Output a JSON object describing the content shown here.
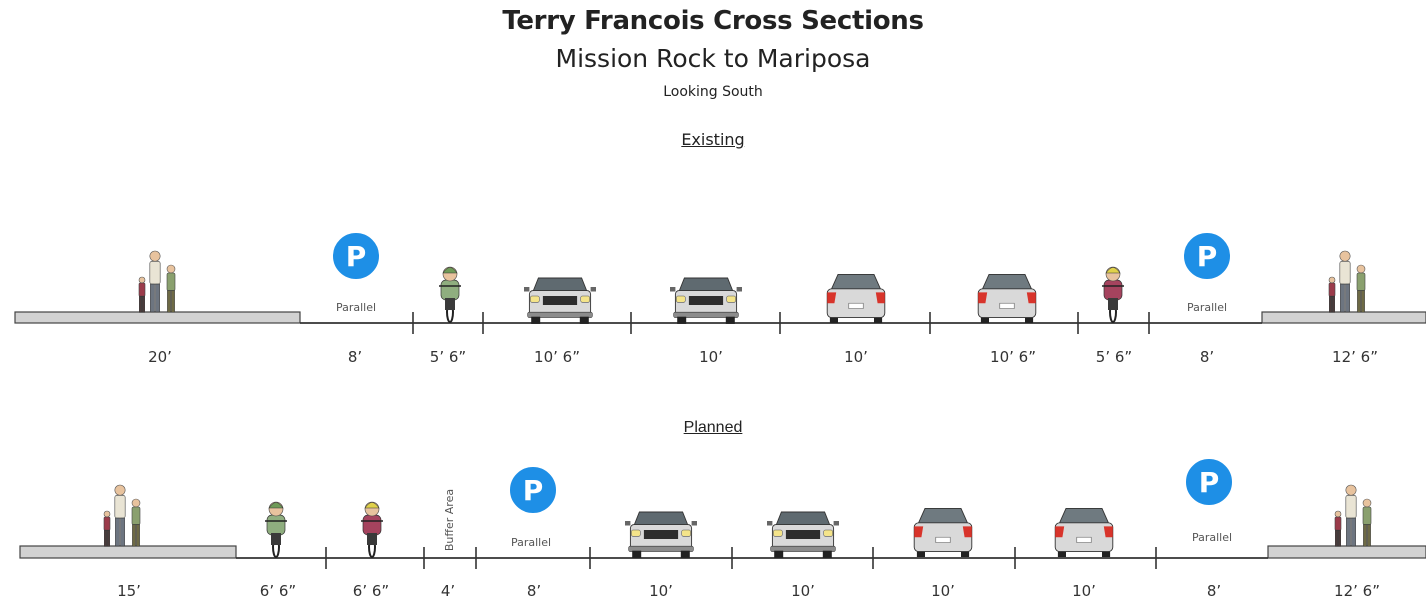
{
  "title": "Terry Francois Cross Sections",
  "subtitle": "Mission Rock to Mariposa",
  "direction": "Looking South",
  "colors": {
    "parking_sign": "#1e8fe6",
    "sidewalk": "#d2d2d2",
    "road_line": "#333333",
    "car_body": "#d9d9d9",
    "tail_light": "#d8342b",
    "head_light": "#f4e48a"
  },
  "sections": [
    {
      "heading": "Existing",
      "widths": [
        "20’",
        "8’",
        "5’ 6”",
        "10’ 6”",
        "10’",
        "10’",
        "10’ 6”",
        "5’ 6”",
        "8’",
        "12’ 6”"
      ],
      "parking_label_left": "Parallel",
      "parking_label_right": "Parallel",
      "parking_sign_letter": "P"
    },
    {
      "heading": "Planned",
      "widths": [
        "15’",
        "6’ 6”",
        "6’ 6”",
        "4’",
        "8’",
        "10’",
        "10’",
        "10’",
        "10’",
        "8’",
        "12’ 6”"
      ],
      "buffer_label": "Buffer Area",
      "parking_label_left": "Parallel",
      "parking_label_right": "Parallel",
      "parking_sign_letter": "P"
    }
  ],
  "icons": {
    "pedestrians": "pedestrian-group-icon",
    "cyclist": "cyclist-icon",
    "car_front": "car-front-icon",
    "car_rear": "car-rear-icon",
    "parking": "parking-sign-icon"
  }
}
